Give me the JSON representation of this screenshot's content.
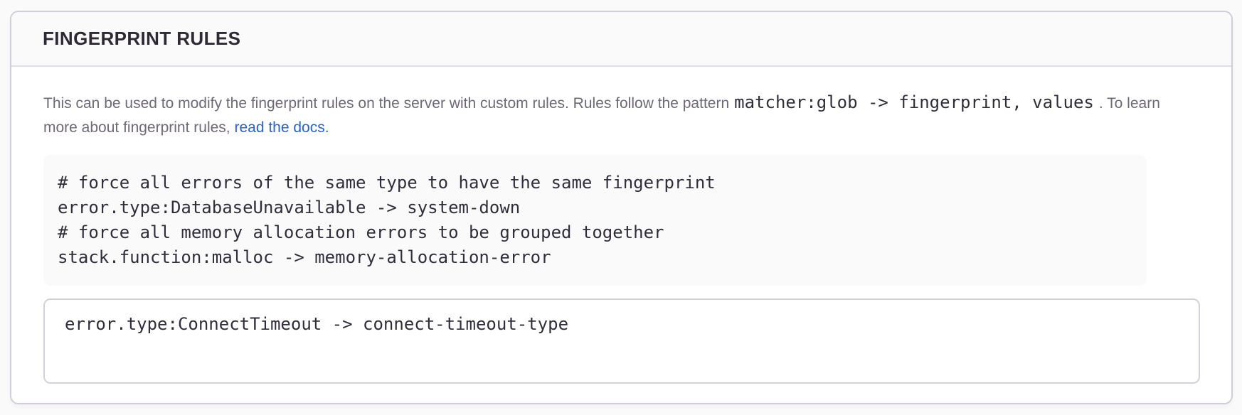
{
  "panel": {
    "title": "FINGERPRINT RULES"
  },
  "description": {
    "text_before_code": "This can be used to modify the fingerprint rules on the server with custom rules. Rules follow the pattern",
    "inline_code": "matcher:glob -> fingerprint, values",
    "text_after_code": ". To learn more about fingerprint rules,",
    "link_text": "read the docs."
  },
  "example": {
    "code": "# force all errors of the same type to have the same fingerprint\nerror.type:DatabaseUnavailable -> system-down\n# force all memory allocation errors to be grouped together\nstack.function:malloc -> memory-allocation-error"
  },
  "input": {
    "value": "error.type:ConnectTimeout -> connect-timeout-type"
  },
  "colors": {
    "link": "#2562d4",
    "heading_text": "#2f2936",
    "body_text": "#6f6879",
    "code_text": "#322d3c",
    "card_border": "#d2cdd9",
    "header_background": "#fafafa",
    "example_background": "#fafafa",
    "page_background": "#fafafb"
  }
}
